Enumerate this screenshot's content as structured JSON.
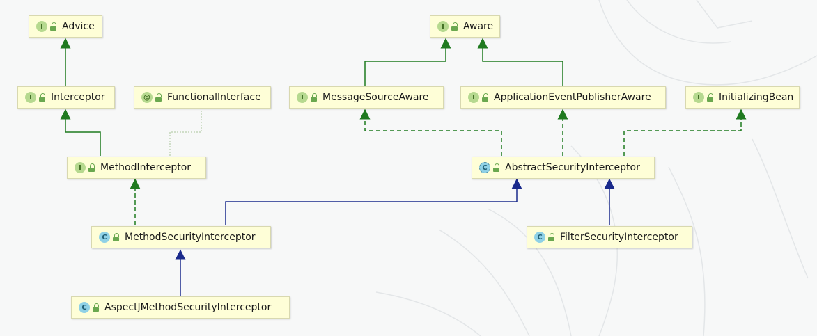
{
  "nodes": {
    "advice": {
      "label": "Advice",
      "kind": "I"
    },
    "aware": {
      "label": "Aware",
      "kind": "I"
    },
    "interceptor": {
      "label": "Interceptor",
      "kind": "I"
    },
    "functional_interface": {
      "label": "FunctionalInterface",
      "kind": "@"
    },
    "message_source_aware": {
      "label": "MessageSourceAware",
      "kind": "I"
    },
    "application_event_publisher_aware": {
      "label": "ApplicationEventPublisherAware",
      "kind": "I"
    },
    "initializing_bean": {
      "label": "InitializingBean",
      "kind": "I"
    },
    "method_interceptor": {
      "label": "MethodInterceptor",
      "kind": "I"
    },
    "abstract_security_interceptor": {
      "label": "AbstractSecurityInterceptor",
      "kind": "C"
    },
    "method_security_interceptor": {
      "label": "MethodSecurityInterceptor",
      "kind": "C"
    },
    "filter_security_interceptor": {
      "label": "FilterSecurityInterceptor",
      "kind": "C"
    },
    "aspectj_method_security_interceptor": {
      "label": "AspectJMethodSecurityInterceptor",
      "kind": "C"
    }
  },
  "colors": {
    "interface_extends": "#1f7a1f",
    "class_extends": "#1a2a8c",
    "annotation_link": "#a8c49a",
    "node_fill": "#fefed7",
    "interface_badge": "#b6d98f",
    "class_badge": "#8fd1e6"
  },
  "edges": [
    {
      "from": "interceptor",
      "to": "advice",
      "style": "interface-extends"
    },
    {
      "from": "message_source_aware",
      "to": "aware",
      "style": "interface-extends"
    },
    {
      "from": "application_event_publisher_aware",
      "to": "aware",
      "style": "interface-extends"
    },
    {
      "from": "method_interceptor",
      "to": "interceptor",
      "style": "interface-extends"
    },
    {
      "from": "method_interceptor",
      "to": "functional_interface",
      "style": "annotation"
    },
    {
      "from": "abstract_security_interceptor",
      "to": "message_source_aware",
      "style": "implements"
    },
    {
      "from": "abstract_security_interceptor",
      "to": "application_event_publisher_aware",
      "style": "implements"
    },
    {
      "from": "abstract_security_interceptor",
      "to": "initializing_bean",
      "style": "implements"
    },
    {
      "from": "method_security_interceptor",
      "to": "method_interceptor",
      "style": "implements"
    },
    {
      "from": "method_security_interceptor",
      "to": "abstract_security_interceptor",
      "style": "class-extends"
    },
    {
      "from": "filter_security_interceptor",
      "to": "abstract_security_interceptor",
      "style": "class-extends"
    },
    {
      "from": "aspectj_method_security_interceptor",
      "to": "method_security_interceptor",
      "style": "class-extends"
    }
  ]
}
